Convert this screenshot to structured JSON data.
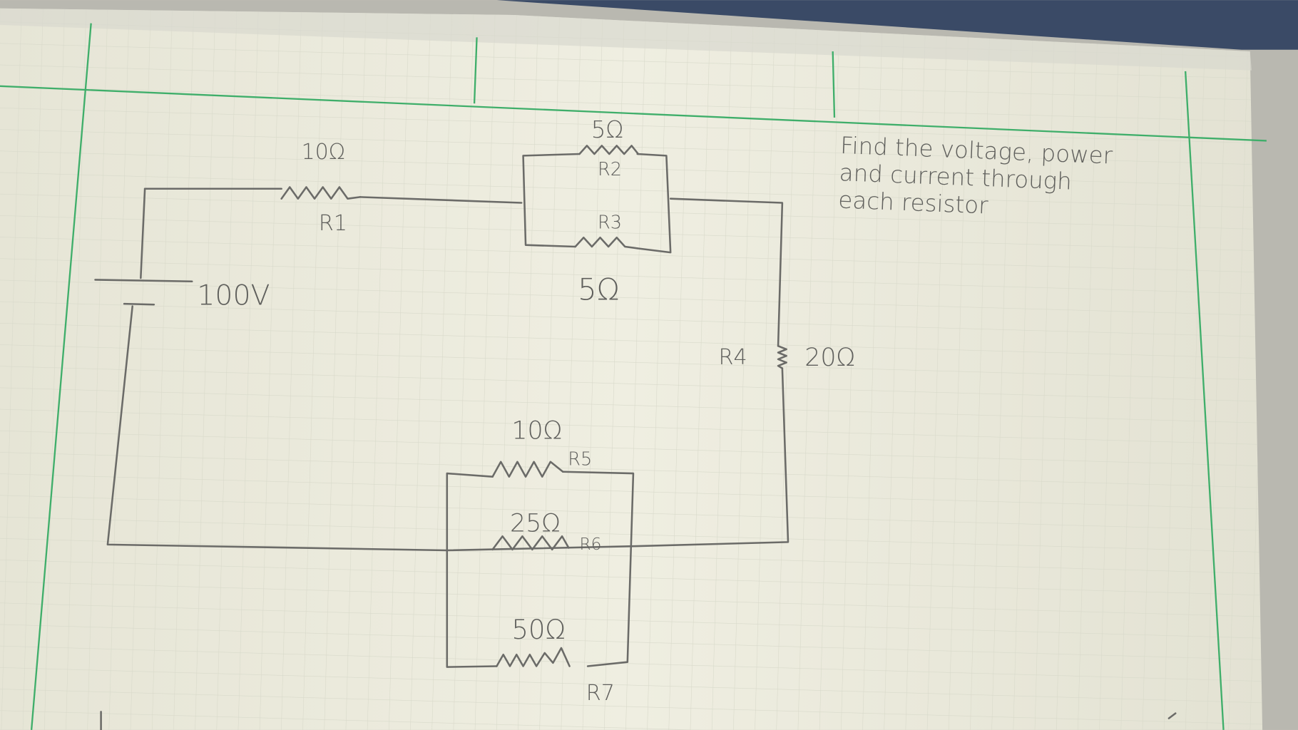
{
  "problem": {
    "lines": [
      "Find the voltage, power",
      "and current through",
      "each resistor"
    ]
  },
  "source": {
    "label": "100V"
  },
  "resistors": [
    {
      "name": "R1",
      "value": "10Ω"
    },
    {
      "name": "R2",
      "value": "5Ω"
    },
    {
      "name": "R3",
      "value": "5Ω"
    },
    {
      "name": "R4",
      "value": "20Ω"
    },
    {
      "name": "R5",
      "value": "10Ω"
    },
    {
      "name": "R6",
      "value": "25Ω"
    },
    {
      "name": "R7",
      "value": "50Ω"
    }
  ],
  "colors": {
    "paper": "#ecebdd",
    "grid": "#d9dacb",
    "margin": "#3fae6a",
    "pencil": "#6b6b68"
  }
}
